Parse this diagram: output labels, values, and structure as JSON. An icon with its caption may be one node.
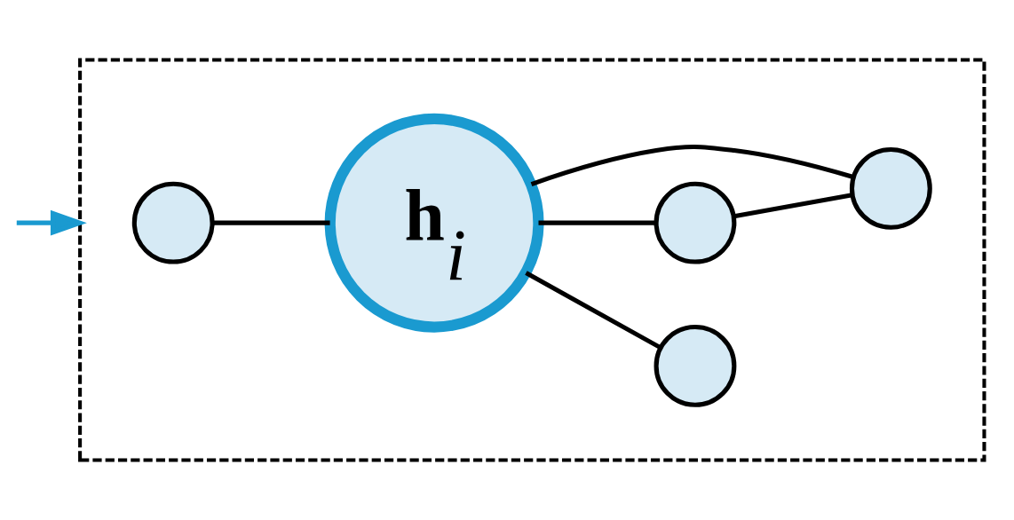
{
  "diagram": {
    "nodes": [
      {
        "text": [],
        "shape": "box"
      },
      {
        "text": [
          "**h**$_{i}$"
        ],
        "in": 0
      },
      {
        "text": [],
        "shape": "circle",
        "in": 0
      },
      {
        "text": [],
        "shape": "circle",
        "in": 0
      },
      {
        "text": [],
        "shape": "circle",
        "in": 0
      },
      {
        "text": [],
        "shape": "circle",
        "in": 0
      }
    ],
    "edges": [
      {
        "from": null,
        "to": 0,
        "arrow": "to",
        "color": "#1a9ad0"
      },
      {
        "from": 1,
        "to": 2,
        "arrow": "none"
      },
      {
        "from": 3,
        "to": 1,
        "arrow": "none"
      },
      {
        "from": 1,
        "to": 4,
        "arrow": "none"
      },
      {
        "from": 1,
        "to": 5,
        "arrow": "none"
      },
      {
        "from": 4,
        "to": 5,
        "arrow": "none"
      }
    ]
  }
}
